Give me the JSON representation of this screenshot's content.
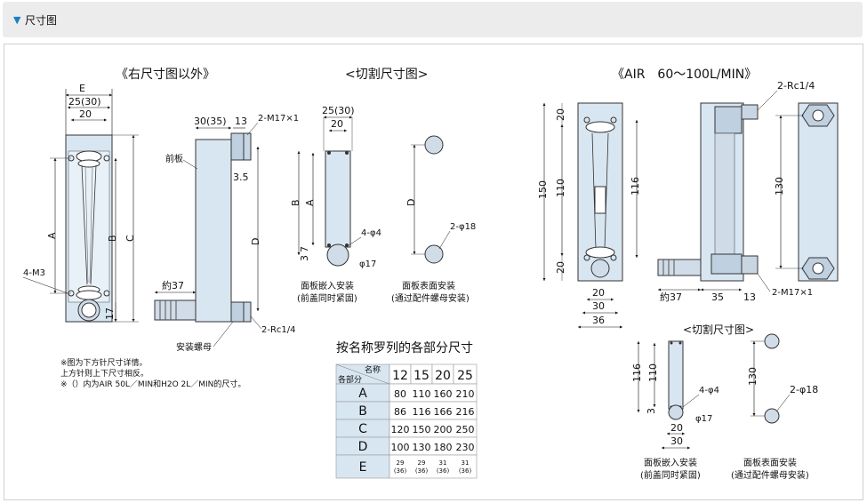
{
  "header": {
    "title": "尺寸图"
  },
  "left": {
    "title": "《右尺寸图以外》",
    "dims": {
      "E": "E",
      "w1": "25(30)",
      "w2": "20",
      "A": "A",
      "B": "B",
      "C": "C",
      "m3": "4-M3",
      "h17": "17"
    },
    "side": {
      "w": "30(35)",
      "w13": "13",
      "thread": "2-M17×1",
      "front": "前板",
      "h35": "3.5",
      "D": "D",
      "about": "約37",
      "rc": "2-Rc1/4",
      "nut": "安装螺母"
    },
    "notes": [
      "※图为下方针尺寸详情。",
      "上方针则上下尺寸相反。",
      "※（）内为AIR 50L／MIN和H2O 2L／MIN的尺寸。"
    ]
  },
  "cutout1": {
    "title": "<切割尺寸图>",
    "w": "25(30)",
    "w20": "20",
    "B": "B",
    "A": "A",
    "h7": "7",
    "h3": "3",
    "phi4": "4-φ4",
    "phi17": "φ17",
    "cap1": "面板嵌入安装",
    "cap2": "(前盖同时紧固)"
  },
  "cutout2": {
    "D": "D",
    "phi18": "2-φ18",
    "cap1": "面板表面安装",
    "cap2": "(通过配件螺母安装)"
  },
  "table": {
    "title": "按名称罗列的各部分尺寸",
    "corner_top": "名称",
    "corner_bottom": "各部分",
    "cols": [
      "12",
      "15",
      "20",
      "25"
    ],
    "rows": [
      {
        "name": "A",
        "vals": [
          "80",
          "110",
          "160",
          "210"
        ]
      },
      {
        "name": "B",
        "vals": [
          "86",
          "116",
          "166",
          "216"
        ]
      },
      {
        "name": "C",
        "vals": [
          "120",
          "150",
          "200",
          "250"
        ]
      },
      {
        "name": "D",
        "vals": [
          "100",
          "130",
          "180",
          "230"
        ]
      },
      {
        "name": "E",
        "vals": [
          "29\n(36)",
          "29\n(36)",
          "31\n(36)",
          "31\n(36)"
        ]
      }
    ]
  },
  "right": {
    "title": "《AIR　60～100L/MIN》",
    "front": {
      "h150": "150",
      "h110": "110",
      "h20a": "20",
      "h20b": "20",
      "h116": "116",
      "w20": "20",
      "w30": "30",
      "w36": "36"
    },
    "side": {
      "rc": "2-Rc1/4",
      "h130": "130",
      "about": "約37",
      "w35": "35",
      "w13": "13",
      "thread": "2-M17×1"
    },
    "cutout_title": "<切割尺寸图>",
    "cut1": {
      "h116": "116",
      "h110": "110",
      "h3": "3",
      "phi4": "4-φ4",
      "phi17": "φ17",
      "w20": "20",
      "w30": "30",
      "cap1": "面板嵌入安装",
      "cap2": "(前盖同时紧固)"
    },
    "cut2": {
      "h130": "130",
      "phi18": "2-φ18",
      "cap1": "面板表面安装",
      "cap2": "(通过配件螺母安装)"
    }
  }
}
